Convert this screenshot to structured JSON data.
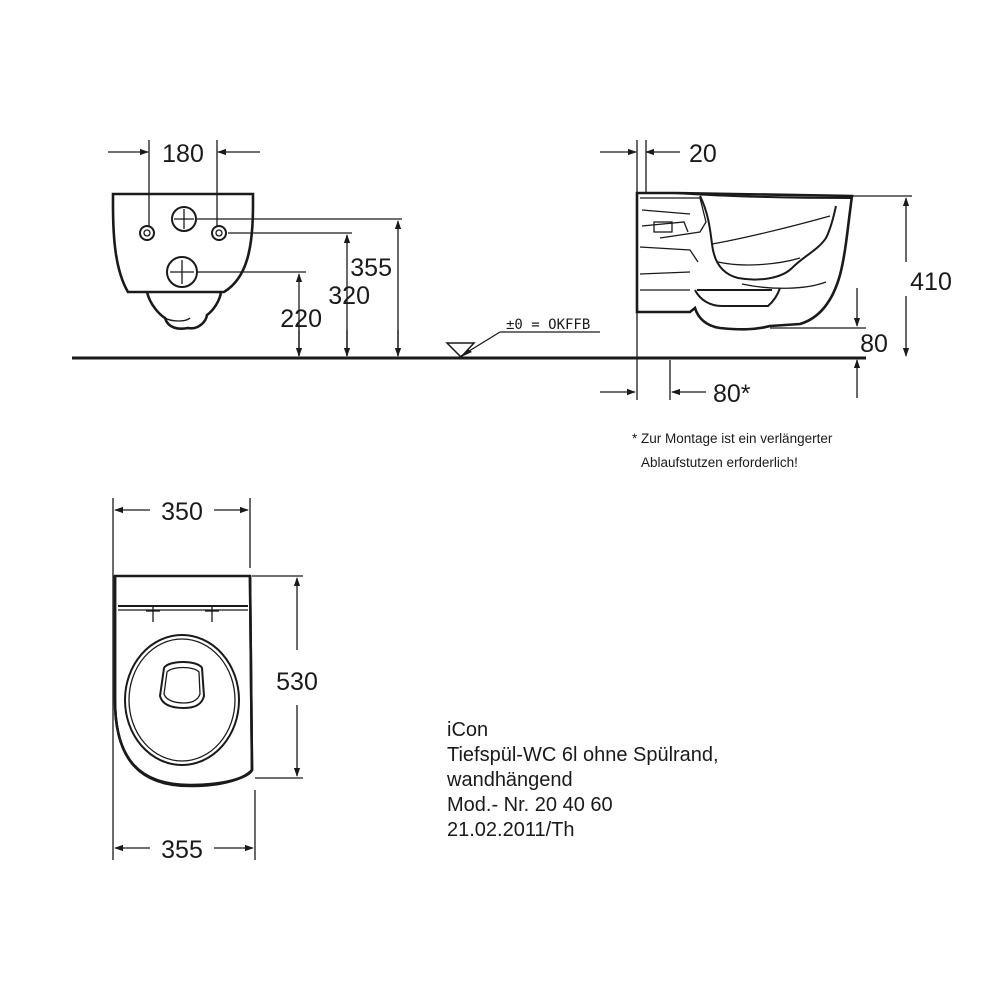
{
  "front_view": {
    "width_fixing": "180",
    "height_top": "355",
    "height_fixing": "320",
    "height_outlet": "220"
  },
  "floor_marker": "±0 = OKFFB",
  "side_view": {
    "wall_offset": "20",
    "height_total": "410",
    "height_floor": "80",
    "projection": "80*"
  },
  "note": {
    "line1": "* Zur Montage ist ein verlängerter",
    "line2": "Ablaufstutzen erforderlich!"
  },
  "top_view": {
    "width_back": "350",
    "length": "530",
    "width_front": "355"
  },
  "product": {
    "line1": "iCon",
    "line2": "Tiefspül-WC 6l ohne Spülrand,",
    "line3": "wandhängend",
    "line4": "Mod.- Nr. 20 40 60",
    "line5": "21.02.2011/Th"
  }
}
